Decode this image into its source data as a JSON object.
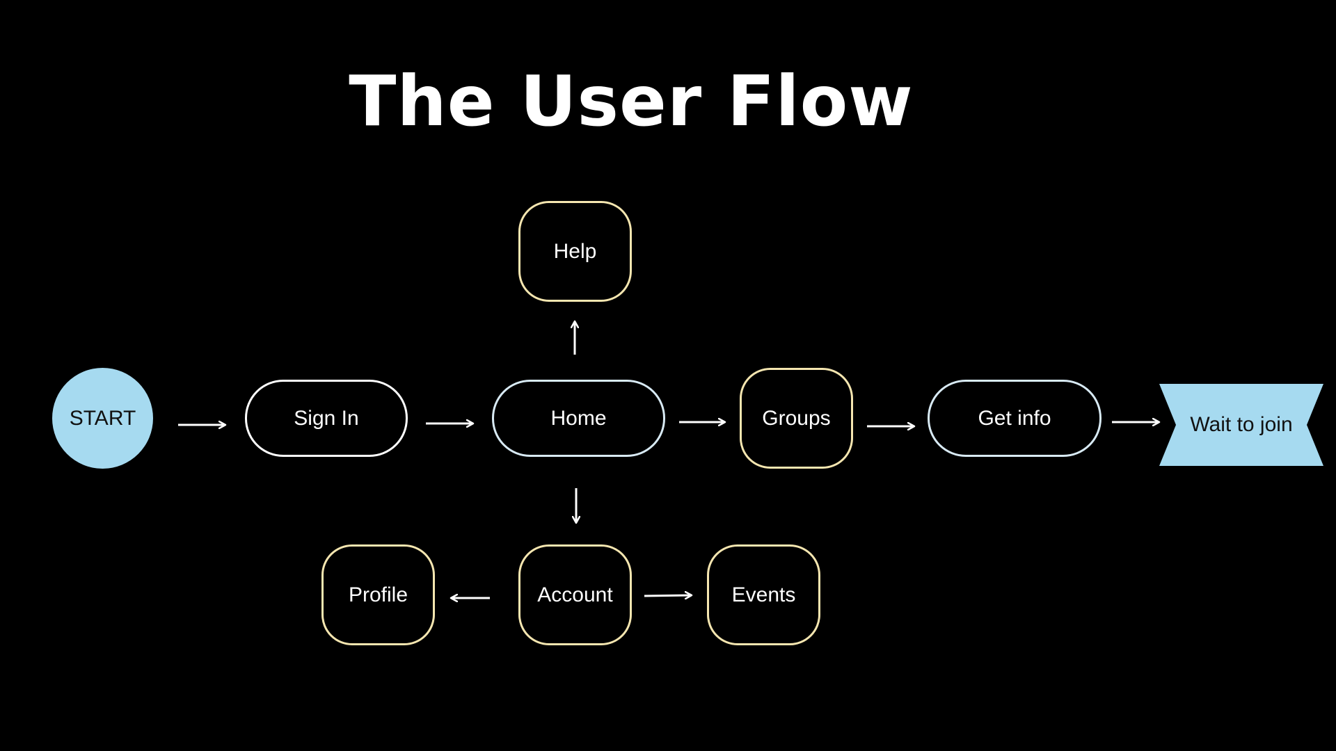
{
  "title": "The User Flow",
  "colors": {
    "background": "#000000",
    "start_fill": "#a6daf0",
    "end_fill": "#a6daf0",
    "white_border": "#ffffff",
    "blue_border": "#d8eaf4",
    "yellow_border": "#f5e6b0",
    "arrow": "#ffffff"
  },
  "nodes": {
    "start": "START",
    "sign_in": "Sign In",
    "home": "Home",
    "help": "Help",
    "groups": "Groups",
    "get_info": "Get info",
    "wait_to_join": "Wait to join",
    "account": "Account",
    "profile": "Profile",
    "events": "Events"
  },
  "edges": [
    {
      "from": "START",
      "to": "Sign In"
    },
    {
      "from": "Sign In",
      "to": "Home"
    },
    {
      "from": "Home",
      "to": "Help"
    },
    {
      "from": "Home",
      "to": "Groups"
    },
    {
      "from": "Home",
      "to": "Account"
    },
    {
      "from": "Groups",
      "to": "Get info"
    },
    {
      "from": "Get info",
      "to": "Wait to join"
    },
    {
      "from": "Account",
      "to": "Profile"
    },
    {
      "from": "Account",
      "to": "Events"
    }
  ]
}
